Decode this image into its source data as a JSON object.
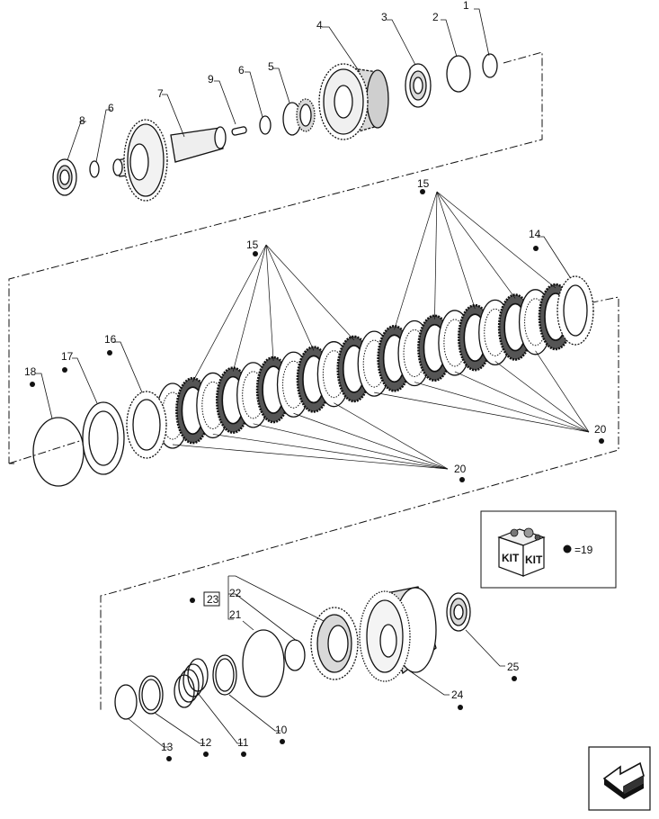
{
  "callouts": {
    "p1": "1",
    "p2": "2",
    "p3": "3",
    "p4": "4",
    "p5": "5",
    "p6a": "6",
    "p6b": "6",
    "p7": "7",
    "p8": "8",
    "p9": "9",
    "p10": "10",
    "p11": "11",
    "p12": "12",
    "p13": "13",
    "p14": "14",
    "p15a": "15",
    "p15b": "15",
    "p16": "16",
    "p17": "17",
    "p18": "18",
    "p20a": "20",
    "p20b": "20",
    "p21": "21",
    "p22": "22",
    "p23": "23",
    "p24": "24",
    "p25": "25"
  },
  "kit_legend": {
    "kit_label_left": "KIT",
    "kit_label_right": "KIT",
    "equals_text": "=19"
  },
  "nav": {
    "icon": "arrow-down-left-icon"
  },
  "colors": {
    "ink": "#111111",
    "paper": "#ffffff",
    "shade": "#d9d9d9",
    "dark_shade": "#555555"
  }
}
